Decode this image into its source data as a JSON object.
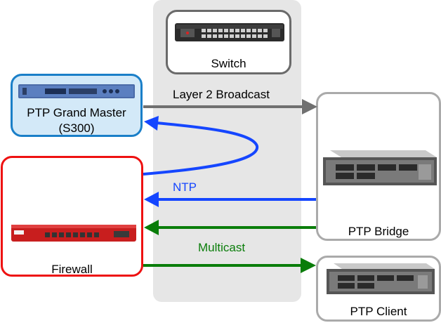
{
  "nodes": {
    "switch": {
      "label": "Switch"
    },
    "grandmaster": {
      "label_line1": "PTP Grand Master",
      "label_line2": "(S300)"
    },
    "firewall": {
      "label": "Firewall"
    },
    "bridge": {
      "label": "PTP Bridge"
    },
    "client": {
      "label": "PTP Client"
    }
  },
  "edges": {
    "broadcast": {
      "label": "Layer 2 Broadcast",
      "color": "#707070"
    },
    "ntp": {
      "label": "NTP",
      "color": "#1546ff"
    },
    "multicast": {
      "label": "Multicast",
      "color": "#0a7d0a"
    }
  },
  "colors": {
    "grandmaster_border": "#1a7fc8",
    "grandmaster_fill": "#d3e9f8",
    "firewall_border": "#ee1111",
    "gray_border": "#aaaaaa",
    "switch_border": "#6a6a6a"
  }
}
